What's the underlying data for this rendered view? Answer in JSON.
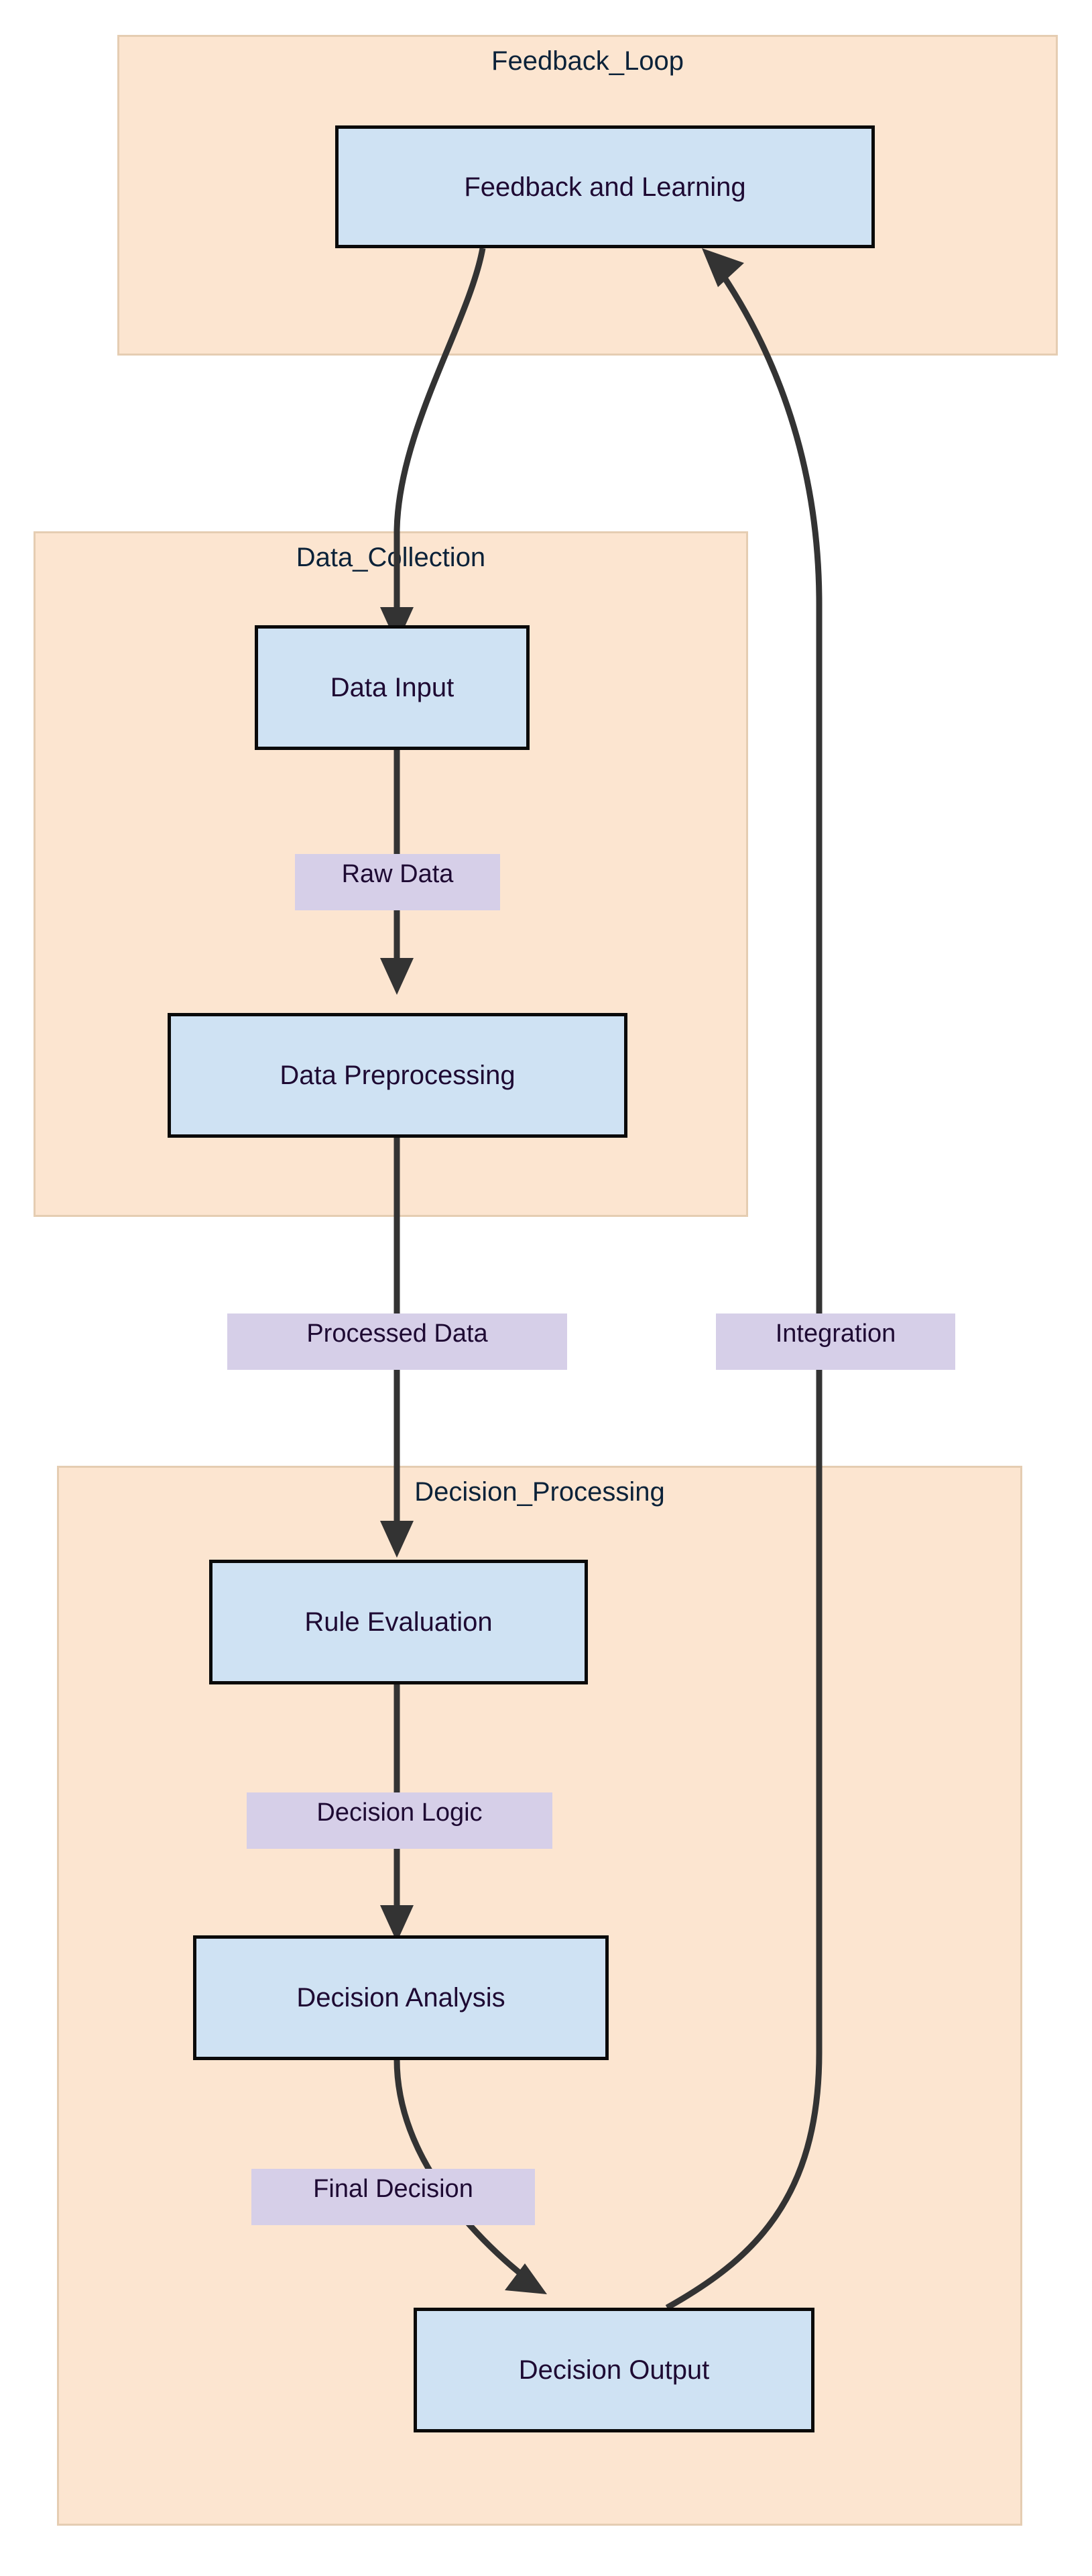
{
  "diagram": {
    "type": "flowchart",
    "direction": "top-to-bottom",
    "background_color": "#ffffff"
  },
  "colors": {
    "cluster_fill": "#fce5d0",
    "cluster_border": "#e5cdb2",
    "cluster_title_text": "#0b2239",
    "node_fill": "#cfe2f3",
    "node_border": "#0a0a0a",
    "node_text": "#1e0a33",
    "edge_stroke": "#333333",
    "edge_label_fill": "#d6cfe8",
    "edge_label_text": "#1e0a33"
  },
  "clusters": [
    {
      "id": "feedback_loop",
      "title": "Feedback_Loop"
    },
    {
      "id": "data_collection",
      "title": "Data_Collection"
    },
    {
      "id": "decision_processing",
      "title": "Decision_Processing"
    }
  ],
  "nodes": [
    {
      "id": "feedback_and_learning",
      "label": "Feedback and Learning",
      "cluster": "feedback_loop"
    },
    {
      "id": "data_input",
      "label": "Data Input",
      "cluster": "data_collection"
    },
    {
      "id": "data_preprocessing",
      "label": "Data Preprocessing",
      "cluster": "data_collection"
    },
    {
      "id": "rule_evaluation",
      "label": "Rule Evaluation",
      "cluster": "decision_processing"
    },
    {
      "id": "decision_analysis",
      "label": "Decision Analysis",
      "cluster": "decision_processing"
    },
    {
      "id": "decision_output",
      "label": "Decision Output",
      "cluster": "decision_processing"
    }
  ],
  "edges": [
    {
      "id": "e_feedback_to_input",
      "from": "feedback_and_learning",
      "to": "data_input",
      "label": ""
    },
    {
      "id": "e_raw_data",
      "from": "data_input",
      "to": "data_preprocessing",
      "label": "Raw Data"
    },
    {
      "id": "e_processed_data",
      "from": "data_preprocessing",
      "to": "rule_evaluation",
      "label": "Processed Data"
    },
    {
      "id": "e_decision_logic",
      "from": "rule_evaluation",
      "to": "decision_analysis",
      "label": "Decision Logic"
    },
    {
      "id": "e_final_decision",
      "from": "decision_analysis",
      "to": "decision_output",
      "label": "Final Decision"
    },
    {
      "id": "e_integration",
      "from": "decision_output",
      "to": "feedback_and_learning",
      "label": "Integration"
    }
  ]
}
